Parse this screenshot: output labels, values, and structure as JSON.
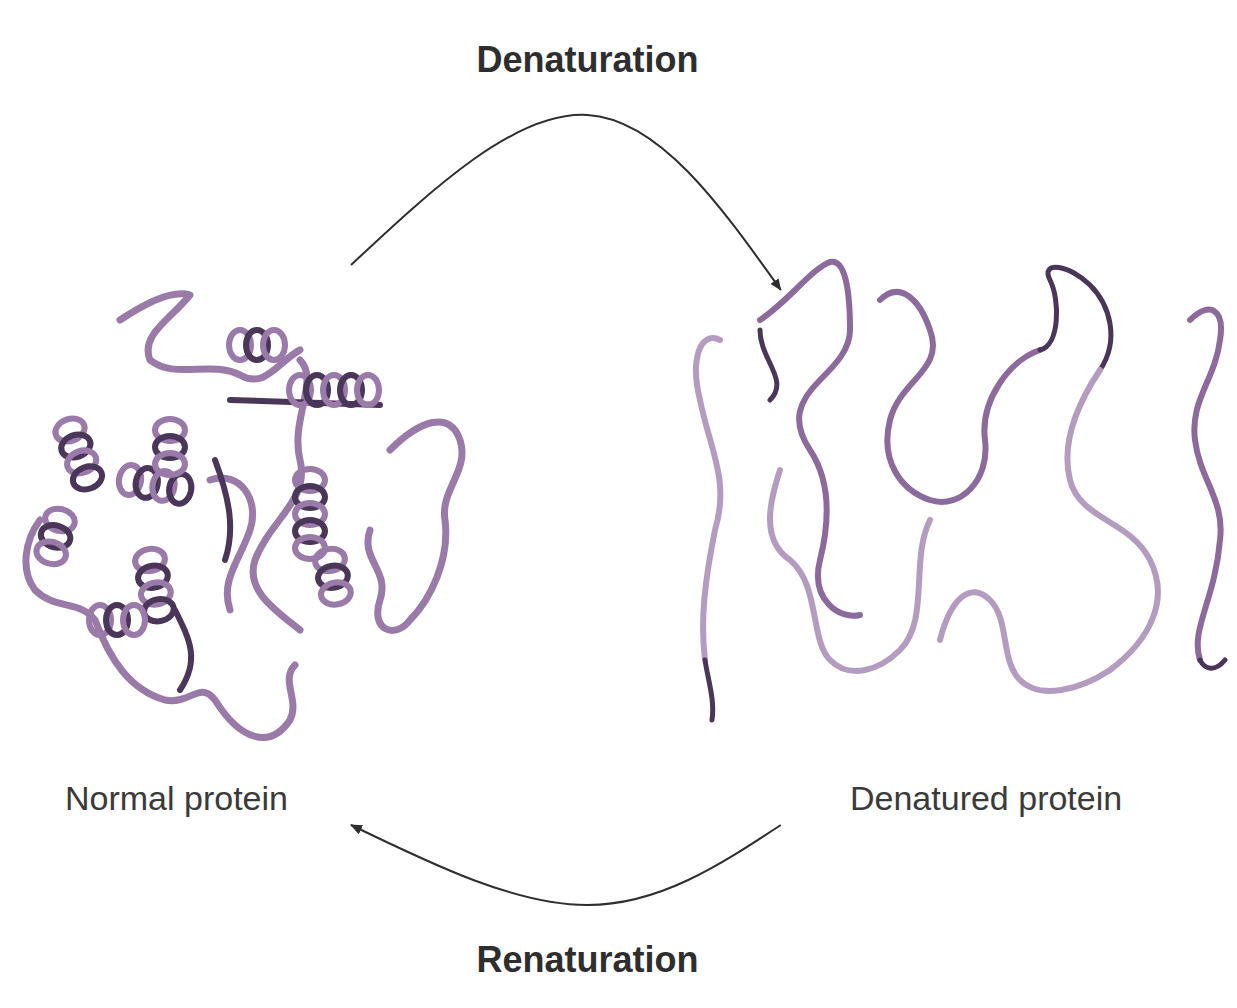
{
  "diagram": {
    "nodes": [
      {
        "text": [
          "Normal protein"
        ]
      },
      {
        "text": [
          "Denatured protein"
        ]
      }
    ],
    "edges": [
      {
        "from": 0,
        "to": 1,
        "arrow": "to",
        "label": "Denaturation"
      },
      {
        "from": 1,
        "to": 0,
        "arrow": "to",
        "label": "Renaturation"
      }
    ]
  }
}
